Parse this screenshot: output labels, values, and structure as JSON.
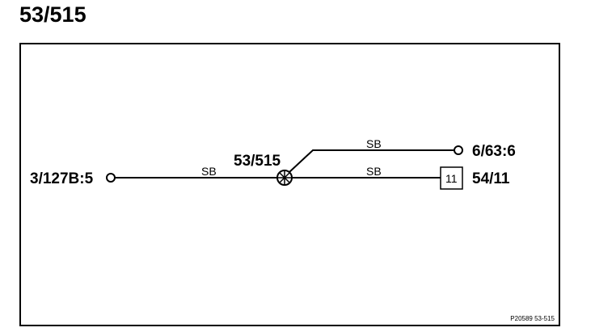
{
  "page": {
    "title": "53/515"
  },
  "diagram": {
    "splice": {
      "label": "53/515"
    },
    "connectors": {
      "left": {
        "label": "3/127B:5"
      },
      "upper_right": {
        "label": "6/63:6"
      },
      "lower_right": {
        "label": "54/11",
        "box_text": "11"
      }
    },
    "wires": {
      "left_to_splice": {
        "color_code": "SB"
      },
      "splice_to_upper": {
        "color_code": "SB"
      },
      "splice_to_lower": {
        "color_code": "SB"
      }
    },
    "reference": "P20589  53-515"
  }
}
